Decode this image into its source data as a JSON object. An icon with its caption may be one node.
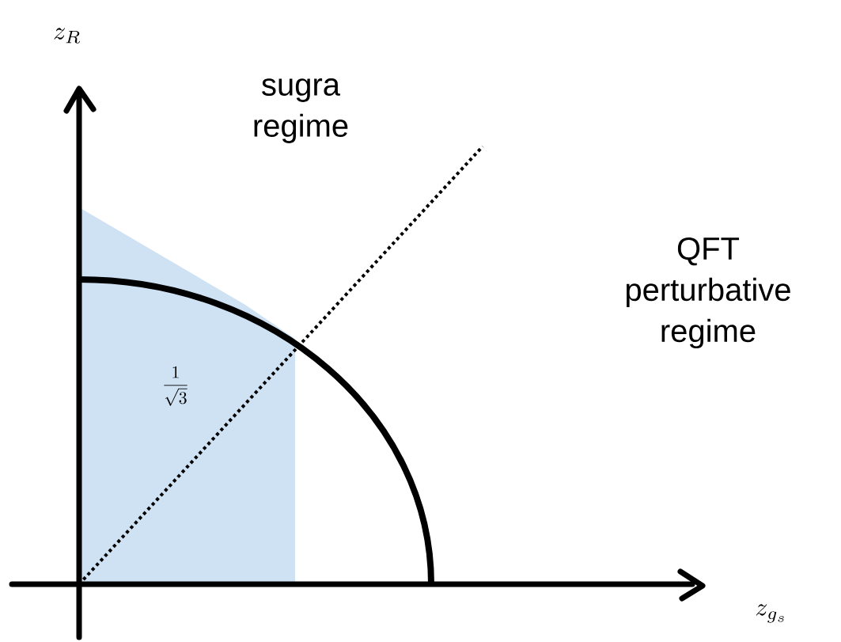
{
  "diagram": {
    "labels": [
      "z_R",
      "sugra regime",
      "QFT perturbative regime",
      "\\frac{1}{\\sqrt{3}}",
      "z_{g_s}"
    ]
  }
}
